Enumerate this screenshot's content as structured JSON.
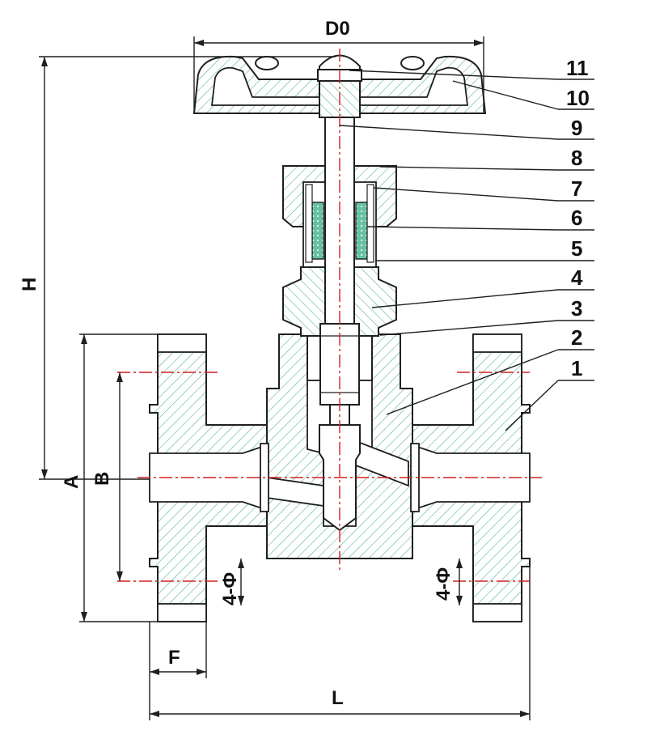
{
  "figure": {
    "title": "Globe valve sectional drawing"
  },
  "dimensions": {
    "d0": "D0",
    "h": "H",
    "a": "A",
    "b": "B",
    "f": "F",
    "l": "L",
    "holes_left": "4-Φ",
    "holes_right": "4-Φ"
  },
  "parts": [
    "11",
    "10",
    "9",
    "8",
    "7",
    "6",
    "5",
    "4",
    "3",
    "2",
    "1"
  ],
  "colors": {
    "hatch": "#3aa78f",
    "centerline": "#d42020",
    "outline": "#1f1f1f",
    "packing": "#66c2a5"
  }
}
